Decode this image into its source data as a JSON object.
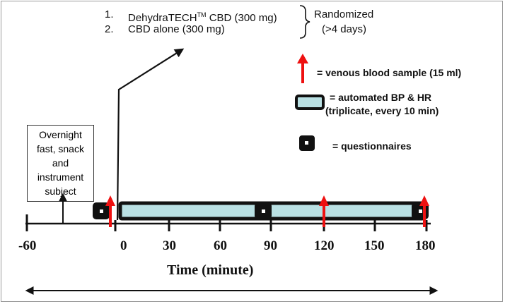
{
  "arms": {
    "arm1_num": "1.",
    "arm1_pre": "DehydraTECH",
    "arm1_tm": "TM",
    "arm1_post": " CBD (300 mg)",
    "arm2_num": "2.",
    "arm2_text": "CBD alone (300 mg)",
    "randomized": "Randomized",
    "washout": "(>4 days)"
  },
  "legend": {
    "blood_sample": "= venous blood sample (15 ml)",
    "bp_hr_line1": "= automated BP & HR",
    "bp_hr_line2": "(triplicate, every 10 min)",
    "questionnaires": "= questionnaires"
  },
  "prep_note": [
    "Overnight",
    "fast, snack",
    "and",
    "instrument",
    "subject"
  ],
  "axis": {
    "title": "Time (minute)",
    "ticks": [
      "-60",
      "0",
      "30",
      "60",
      "90",
      "120",
      "150",
      "180"
    ]
  },
  "colors": {
    "arrow_red": "#ee1111",
    "bp_fill": "#b9e0e3",
    "marker_black": "#111111"
  }
}
